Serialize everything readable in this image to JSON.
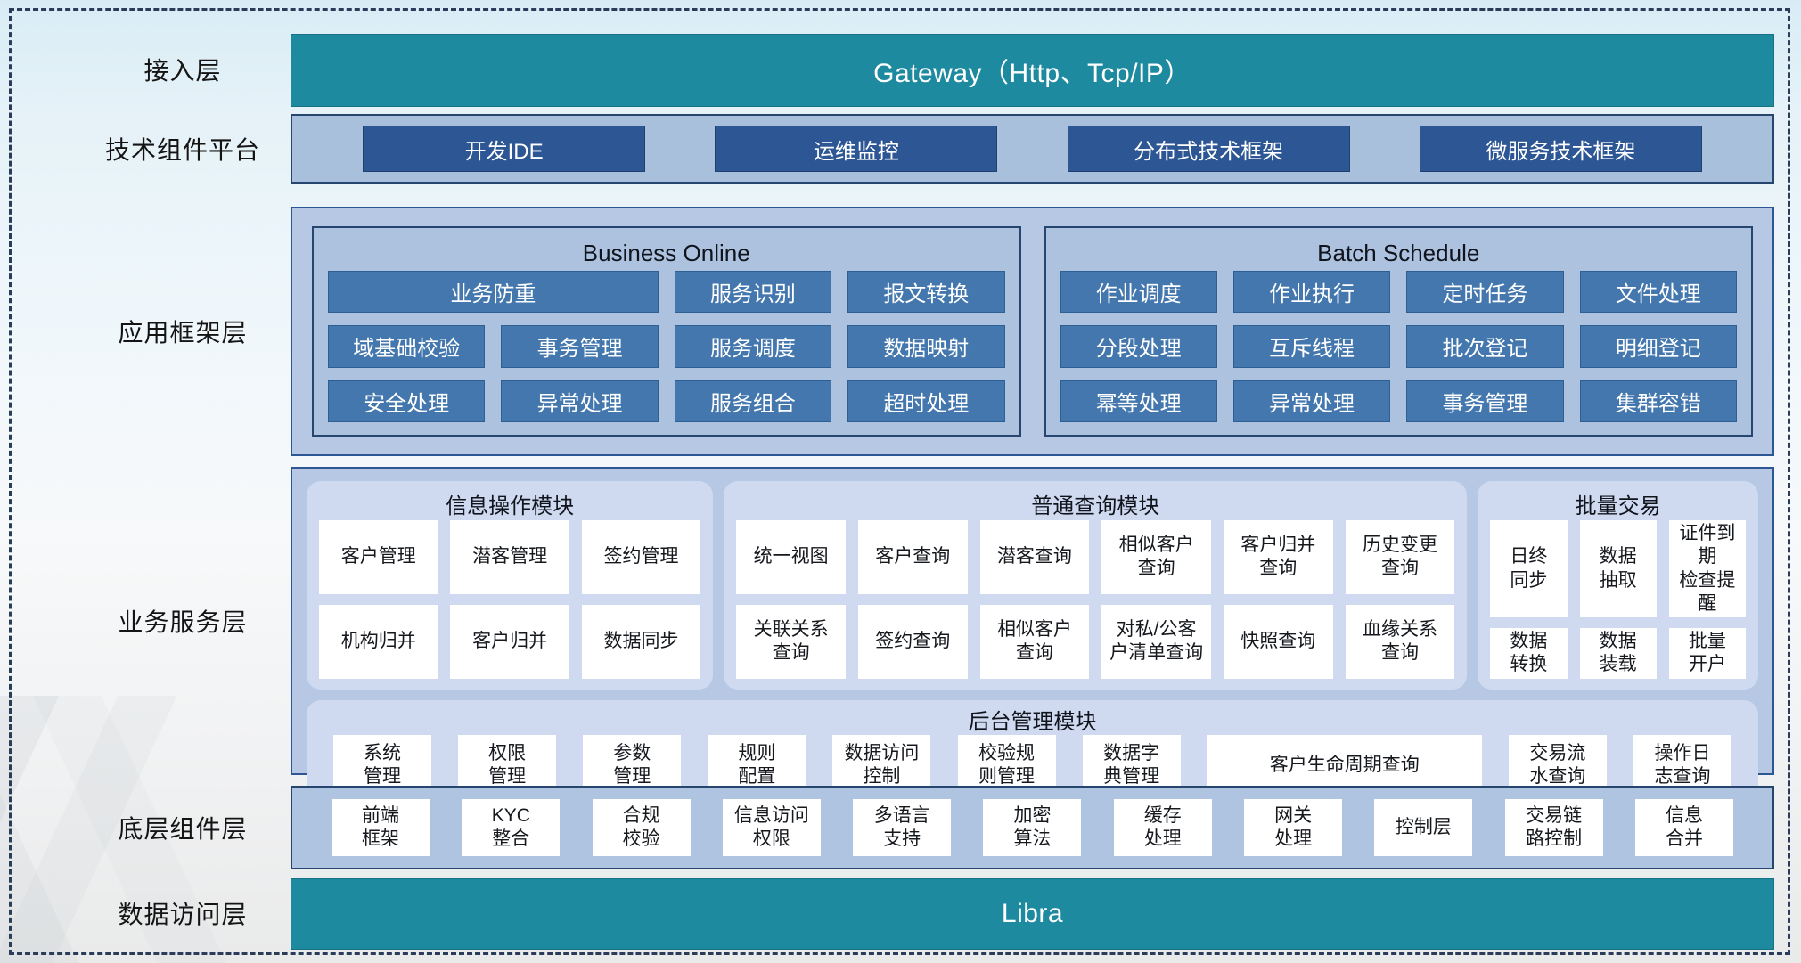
{
  "colors": {
    "teal": "#1e8a9f",
    "navy_box": "#2d5694",
    "steel_box": "#4377ad",
    "layer_bg": "#b6c8e4",
    "section_bg": "#adc2df",
    "rounded_panel_bg": "#cfdaf1",
    "border_dark": "#26466f",
    "dashed_frame": "#2b3c5a"
  },
  "layers": {
    "access": {
      "label": "接入层",
      "title": "Gateway（Http、Tcp/IP）"
    },
    "tech": {
      "label": "技术组件平台",
      "items": [
        "开发IDE",
        "运维监控",
        "分布式技术框架",
        "微服务技术框架"
      ]
    },
    "app": {
      "label": "应用框架层",
      "sections": [
        {
          "title": "Business Online",
          "items": [
            {
              "text": "业务防重",
              "span": 2
            },
            {
              "text": "服务识别"
            },
            {
              "text": "报文转换"
            },
            {
              "text": "域基础校验"
            },
            {
              "text": "事务管理"
            },
            {
              "text": "服务调度"
            },
            {
              "text": "数据映射"
            },
            {
              "text": "安全处理"
            },
            {
              "text": "异常处理"
            },
            {
              "text": "服务组合"
            },
            {
              "text": "超时处理"
            }
          ]
        },
        {
          "title": "Batch Schedule",
          "items": [
            {
              "text": "作业调度"
            },
            {
              "text": "作业执行"
            },
            {
              "text": "定时任务"
            },
            {
              "text": "文件处理"
            },
            {
              "text": "分段处理"
            },
            {
              "text": "互斥线程"
            },
            {
              "text": "批次登记"
            },
            {
              "text": "明细登记"
            },
            {
              "text": "幂等处理"
            },
            {
              "text": "异常处理"
            },
            {
              "text": "事务管理"
            },
            {
              "text": "集群容错"
            }
          ]
        }
      ]
    },
    "business": {
      "label": "业务服务层",
      "panels": [
        {
          "title": "信息操作模块",
          "items": [
            "客户管理",
            "潜客管理",
            "签约管理",
            "机构归并",
            "客户归并",
            "数据同步"
          ]
        },
        {
          "title": "普通查询模块",
          "items": [
            "统一视图",
            "客户查询",
            "潜客查询",
            "相似客户\n查询",
            "客户归并\n查询",
            "历史变更\n查询",
            "关联关系\n查询",
            "签约查询",
            "相似客户\n查询",
            "对私/公客\n户清单查询",
            "快照查询",
            "血缘关系\n查询"
          ]
        },
        {
          "title": "批量交易",
          "items": [
            "日终\n同步",
            "数据\n抽取",
            "证件到期\n检查提醒",
            "数据\n转换",
            "数据\n装载",
            "批量\n开户"
          ]
        }
      ],
      "admin": {
        "title": "后台管理模块",
        "items": [
          {
            "text": "系统\n管理"
          },
          {
            "text": "权限\n管理"
          },
          {
            "text": "参数\n管理"
          },
          {
            "text": "规则\n配置"
          },
          {
            "text": "数据访问\n控制"
          },
          {
            "text": "校验规\n则管理"
          },
          {
            "text": "数据字\n典管理"
          },
          {
            "text": "客户生命周期查询",
            "wide": true
          },
          {
            "text": "交易流\n水查询"
          },
          {
            "text": "操作日\n志查询"
          }
        ]
      }
    },
    "base": {
      "label": "底层组件层",
      "items": [
        "前端\n框架",
        "KYC\n整合",
        "合规\n校验",
        "信息访问\n权限",
        "多语言\n支持",
        "加密\n算法",
        "缓存\n处理",
        "网关\n处理",
        "控制层",
        "交易链\n路控制",
        "信息\n合并"
      ]
    },
    "data_access": {
      "label": "数据访问层",
      "title": "Libra"
    }
  }
}
